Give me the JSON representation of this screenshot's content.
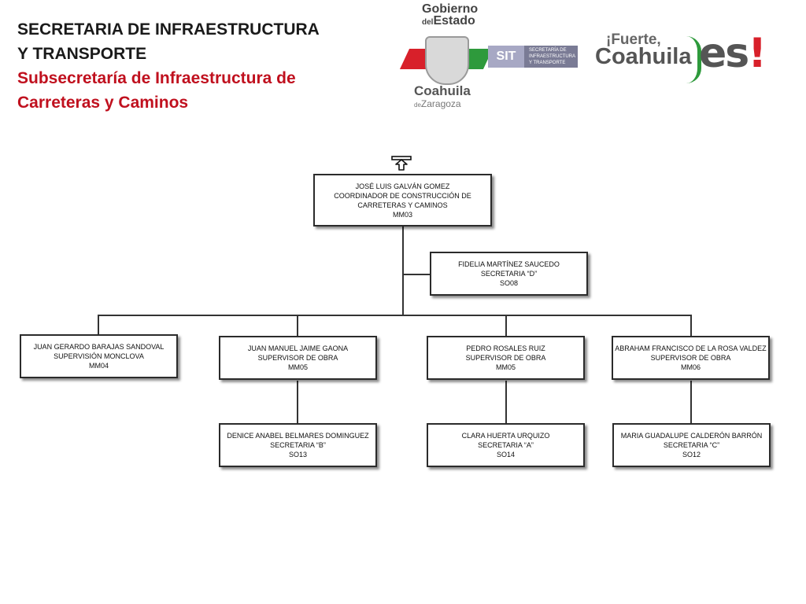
{
  "header": {
    "title_line1": "SECRETARIA DE INFRAESTRUCTURA",
    "title_line2": "Y TRANSPORTE",
    "subtitle_line1": "Subsecretaría de Infraestructura de",
    "subtitle_line2": "Carreteras y Caminos"
  },
  "logos": {
    "gobierno": {
      "line1": "Gobierno",
      "line2_small": "del",
      "line2": "Estado",
      "name": "Coahuila",
      "de": "de",
      "region": "Zaragoza"
    },
    "sit": {
      "abbr": "SIT",
      "line1": "SECRETARÍA DE",
      "line2": "INFRAESTRUCTURA",
      "line3": "Y TRANSPORTE"
    },
    "campaign": {
      "line1": "¡Fuerte,",
      "line2": "Coahuila",
      "es": "es",
      "excl": "!"
    }
  },
  "colors": {
    "title_dark": "#1a1a1a",
    "title_red": "#c0101e",
    "green": "#2e9a3c",
    "red": "#d8202a"
  },
  "org": {
    "coordinator": {
      "name": "JOSÉ LUIS GALVÁN GOMEZ",
      "role_line1": "COORDINADOR DE CONSTRUCCIÓN DE",
      "role_line2": "CARRETERAS Y CAMINOS",
      "code": "MM03"
    },
    "secretary_d": {
      "name": "FIDELIA MARTÍNEZ SAUCEDO",
      "role": "SECRETARIA “D”",
      "code": "SO08"
    },
    "monclova": {
      "name": "JUAN GERARDO BARAJAS SANDOVAL",
      "role": "SUPERVISIÓN MONCLOVA",
      "code": "MM04"
    },
    "supervisor_1": {
      "name": "JUAN MANUEL JAIME GAONA",
      "role": "SUPERVISOR DE OBRA",
      "code": "MM05"
    },
    "supervisor_2": {
      "name": "PEDRO ROSALES RUIZ",
      "role": "SUPERVISOR DE OBRA",
      "code": "MM05"
    },
    "supervisor_3": {
      "name": "ABRAHAM FRANCISCO DE LA ROSA VALDEZ",
      "role": "SUPERVISOR DE OBRA",
      "code": "MM06"
    },
    "secretary_b": {
      "name": "DENICE ANABEL BELMARES DOMINGUEZ",
      "role": "SECRETARIA “B”",
      "code": "SO13"
    },
    "secretary_a": {
      "name": "CLARA HUERTA URQUIZO",
      "role": "SECRETARIA “A”",
      "code": "SO14"
    },
    "secretary_c": {
      "name": "MARIA GUADALUPE CALDERÓN BARRÓN",
      "role": "SECRETARIA “C”",
      "code": "SO12"
    }
  }
}
